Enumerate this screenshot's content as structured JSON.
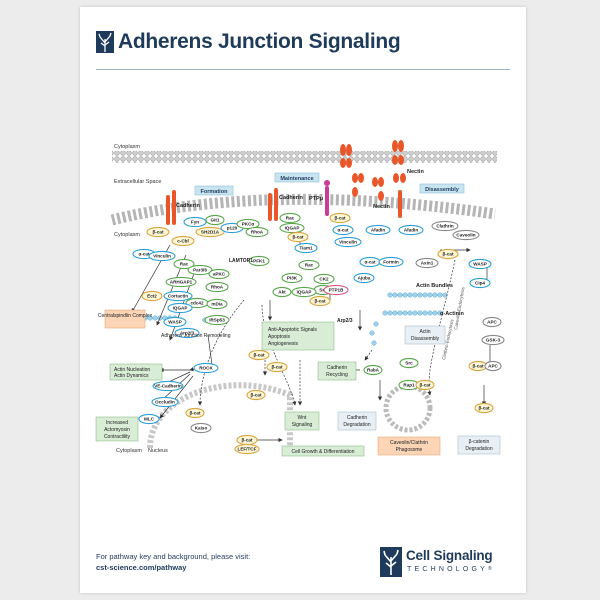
{
  "header": {
    "title": "Adherens Junction Signaling"
  },
  "regions": {
    "cytoplasm_top": "Cytoplasm",
    "extracellular": "Extracellular Space",
    "cytoplasm_left": "Cytoplasm",
    "cytoplasm_bottom": "Cytoplasm",
    "nucleus": "Nucleus"
  },
  "stages": {
    "formation": "Formation",
    "maintenance": "Maintenance",
    "disassembly": "Disassembly"
  },
  "receptors": {
    "cadherin_left": "Cadherin",
    "cadherin_mid": "Cadherin",
    "ptp": "PTPμ",
    "nectin_top": "Nectin",
    "nectin_mid": "Nectin"
  },
  "molecules": {
    "fyn": "Fyn",
    "sh2d1a": "SH2D1A",
    "git1": "Git1",
    "cbl": "c-Cbl",
    "p120_a": "p120",
    "pkc_a": "PKCα",
    "rhoa_a": "RhoA",
    "bcat_a": "β-cat",
    "acat_a": "α-cat",
    "vinculin": "Vinculin",
    "rac_a": "Rac",
    "par3": "Par3/6",
    "apkc": "aPKC",
    "lamtor1": "LAMTOR1",
    "pfk1": "PFK1",
    "arhgap1": "ARHGAP1",
    "ect2": "Ect2",
    "cortactin": "Cortactin",
    "cdc42": "cdc42",
    "rhoa_b": "RhoA",
    "iqgap_a": "IQGAP",
    "wasp_a": "WASP",
    "mdia": "mDia",
    "arp23_a": "Arp2/3",
    "irsp53": "IRSp53",
    "rac_b": "Rac",
    "iqgap_b": "IQGAP",
    "bcat_b": "β-cat",
    "acat_b": "α-cat",
    "bcat_c": "β-cat",
    "acat_c": "α-cat",
    "vinculin_b": "Vinculin",
    "tiam1": "Tiam1",
    "rac_c": "Rac",
    "pi3k": "PI3K",
    "ck2": "CK2",
    "src_a": "Src",
    "akt": "Akt",
    "iqgap_c": "IQGAP",
    "bcat_d": "β-cat",
    "ptp1b": "PTP1B",
    "afadin_a": "Afadin",
    "afadin_b": "Afadin",
    "acat_d": "α-cat",
    "formin": "Formin",
    "ajuba": "Ajuba",
    "clathrin": "Clathrin",
    "caveolin": "Caveolin",
    "bcat_e": "β-cat",
    "axin1": "Axin1",
    "wasp_b": "WASP",
    "cip4": "Cip4",
    "actinin": "α-Actinin",
    "arp23_b": "Arp2/3",
    "apc_a": "APC",
    "gsk3": "GSK-3",
    "bcat_f": "β-cat",
    "apc_b": "APC",
    "bcat_g": "β-cat",
    "rock": "ROCK",
    "vecad": "VE-Cadherin",
    "occludin": "Occludin",
    "mlc": "MLC",
    "bcat_h": "β-cat",
    "bcat_i": "β-cat",
    "bcat_j": "β-cat",
    "bcat_k": "β-cat",
    "kaiso": "Kaiso",
    "bcat_l": "β-cat",
    "leftcf": "LEF/TCF",
    "src_b": "Src",
    "rap1": "Rap1",
    "bcat_m": "β-cat",
    "rab": "RabA"
  },
  "labels": {
    "actin_bundles": "Actin Bundles",
    "adherens_remodeling": "Adherens Junction Remodeling",
    "caveolin_endocytosis": "Caveolin-Endocytosis",
    "clathrin_endocytosis": "Clathrin-Endocytosis"
  },
  "boxes": {
    "centralspindlin": "Centralspindlin Complex",
    "survival": [
      "Anti-Apoptotic Signals",
      "Apoptosis",
      "Angiogenesis"
    ],
    "actin_nucleation": [
      "Actin Nucleation",
      "Actin Dynamics"
    ],
    "actomyosin": [
      "Increased",
      "Actomyosin",
      "Contractility"
    ],
    "wnt": [
      "Wnt",
      "Signaling"
    ],
    "growth": "Cell Growth & Differentiation",
    "cadherin_recycling": [
      "Cadherin",
      "Recycling"
    ],
    "cadherin_degradation": [
      "Cadherin",
      "Degradation"
    ],
    "actin_disassembly": [
      "Actin",
      "Disassembly"
    ],
    "phagosome": [
      "Caveolin/Clathrin",
      "Phagosome"
    ],
    "bcatenin_degradation": [
      "β-catenin",
      "Degradation"
    ]
  },
  "footer": {
    "line1": "For pathway key and background, please visit:",
    "url": "cst-science.com/pathway"
  },
  "logo": {
    "name": "Cell Signaling",
    "tagline": "TECHNOLOGY",
    "mark": "®"
  },
  "colors": {
    "title": "#1f3b5c",
    "cadherin": "#e8562a",
    "ptp": "#c93b97",
    "stage_box": "#c9e4f1",
    "green_box": "#d8ecd6",
    "orange_box": "#fbd5b6",
    "membrane": "#c9c9c9"
  }
}
